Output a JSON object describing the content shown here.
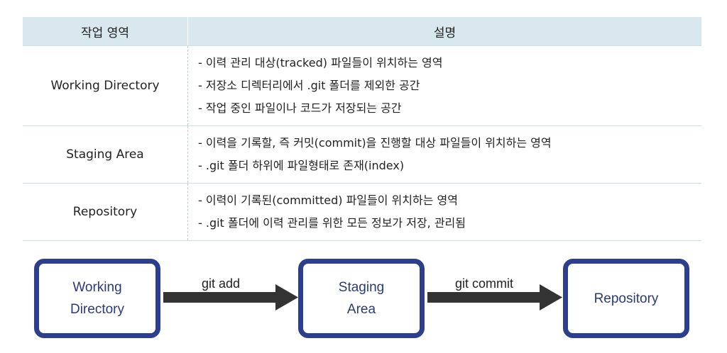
{
  "table": {
    "header": {
      "col1": "작업 영역",
      "col2": "설명"
    },
    "rows": [
      {
        "name": "Working Directory",
        "lines": [
          "- 이력 관리 대상(tracked) 파일들이 위치하는 영역",
          "- 저장소 디렉터리에서 .git 폴더를 제외한 공간",
          "- 작업 중인 파일이나 코드가 저장되는 공간"
        ]
      },
      {
        "name": "Staging Area",
        "lines": [
          "- 이력을 기록할, 즉 커밋(commit)을 진행할 대상 파일들이 위치하는 영역",
          "- .git 폴더 하위에 파일형태로 존재(index)"
        ]
      },
      {
        "name": "Repository",
        "lines": [
          "- 이력이 기록된(committed) 파일들이 위치하는 영역",
          "- .git 폴더에 이력 관리를 위한 모든 정보가 저장, 관리됨"
        ]
      }
    ]
  },
  "diagram": {
    "boxes": [
      "Working\nDirectory",
      "Staging\nArea",
      "Repository"
    ],
    "arrows": [
      "git add",
      "git commit"
    ],
    "colors": {
      "box_border": "#2c3e8c",
      "arrow": "#333333",
      "header_bg": "#d9e8ee"
    }
  }
}
